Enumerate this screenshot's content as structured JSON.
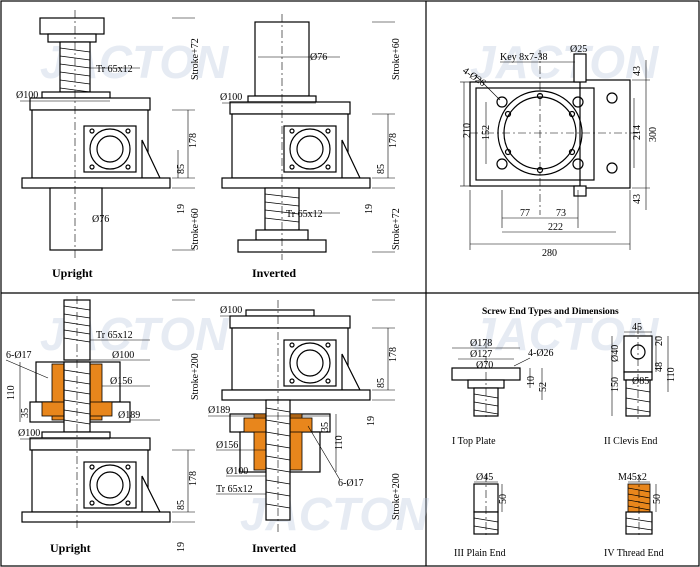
{
  "watermark": "JACTON",
  "views": {
    "upright": "Upright",
    "inverted": "Inverted"
  },
  "screw_end": {
    "title": "Screw End Types and Dimensions",
    "top_plate": "I  Top Plate",
    "clevis_end": "II  Clevis End",
    "plain_end": "III  Plain End",
    "thread_end": "IV  Thread End"
  },
  "dims": {
    "tr": "Tr 65x12",
    "d100": "Ø100",
    "d76": "Ø76",
    "d25": "Ø25",
    "d178": "178",
    "d85": "85",
    "d19": "19",
    "stroke72": "Stroke+72",
    "stroke60": "Stroke+60",
    "stroke200": "Stroke+200",
    "key": "Key 8x7-38",
    "holes4": "4-Ø26",
    "d210": "210",
    "d152": "152",
    "d214": "214",
    "d300": "300",
    "d43": "43",
    "d77": "77",
    "d73": "73",
    "d222": "222",
    "d280": "280",
    "holes6": "6-Ø17",
    "d156": "Ø156",
    "d189": "Ø189",
    "d110": "110",
    "d35": "35",
    "d178c": "Ø178",
    "d127": "Ø127",
    "d70": "Ø70",
    "d10": "10",
    "d52": "52",
    "d45": "45",
    "d40": "Ø40",
    "d20": "20",
    "d48": "48",
    "d150": "150",
    "d85c": "Ø85",
    "d45p": "Ø45",
    "d50": "50",
    "m45": "M45x2"
  }
}
